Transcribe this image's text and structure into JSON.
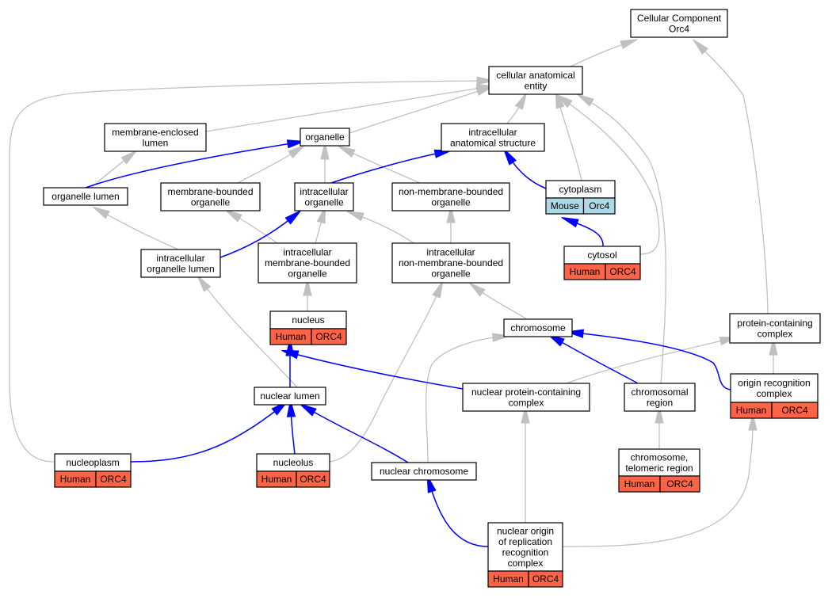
{
  "colors": {
    "human": "#ff6347",
    "mouse": "#add8e6",
    "gray_edge": "#c0c0c0",
    "blue_edge": "#0000ff"
  },
  "nodes": {
    "cc_root": [
      "Cellular Component",
      "Orc4"
    ],
    "cae": [
      "cellular anatomical",
      "entity"
    ],
    "mel": [
      "membrane-enclosed",
      "lumen"
    ],
    "organelle": [
      "organelle"
    ],
    "ias": [
      "intracellular",
      "anatomical structure"
    ],
    "olumen": [
      "organelle lumen"
    ],
    "mbo": [
      "membrane-bounded",
      "organelle"
    ],
    "io": [
      "intracellular",
      "organelle"
    ],
    "nmbo": [
      "non-membrane-bounded",
      "organelle"
    ],
    "cytoplasm": [
      "cytoplasm"
    ],
    "iol": [
      "intracellular",
      "organelle lumen"
    ],
    "imbo": [
      "intracellular",
      "membrane-bounded",
      "organelle"
    ],
    "inmbo": [
      "intracellular",
      "non-membrane-bounded",
      "organelle"
    ],
    "cytosol": [
      "cytosol"
    ],
    "nucleus": [
      "nucleus"
    ],
    "chromosome": [
      "chromosome"
    ],
    "pcc": [
      "protein-containing",
      "complex"
    ],
    "nlumen": [
      "nuclear lumen"
    ],
    "npcc": [
      "nuclear protein-containing",
      "complex"
    ],
    "chregion": [
      "chromosomal",
      "region"
    ],
    "orc": [
      "origin recognition",
      "complex"
    ],
    "nucleoplasm": [
      "nucleoplasm"
    ],
    "nucleolus": [
      "nucleolus"
    ],
    "nchrom": [
      "nuclear chromosome"
    ],
    "telo": [
      "chromosome,",
      "telomeric region"
    ],
    "norc": [
      "nuclear origin",
      "of replication",
      "recognition",
      "complex"
    ]
  },
  "annotations": {
    "cytoplasm": [
      "Mouse",
      "Orc4"
    ],
    "cytosol": [
      "Human",
      "ORC4"
    ],
    "nucleus": [
      "Human",
      "ORC4"
    ],
    "orc": [
      "Human",
      "ORC4"
    ],
    "nucleoplasm": [
      "Human",
      "ORC4"
    ],
    "nucleolus": [
      "Human",
      "ORC4"
    ],
    "telo": [
      "Human",
      "ORC4"
    ],
    "norc": [
      "Human",
      "ORC4"
    ]
  }
}
